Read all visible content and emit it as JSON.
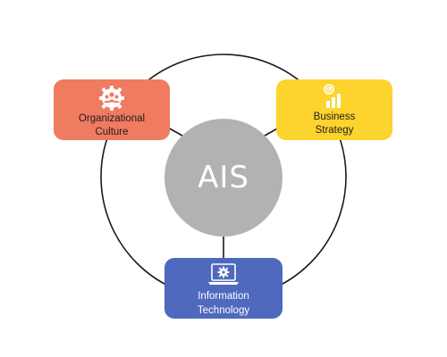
{
  "center": {
    "label": "AIS"
  },
  "nodes": {
    "organizational_culture": {
      "line1": "Organizational",
      "line2": "Culture",
      "icon": "team-gear-icon",
      "color": "#ef7b60"
    },
    "business_strategy": {
      "line1": "Business",
      "line2": "Strategy",
      "icon": "target-bar-chart-icon",
      "color": "#fdd32d"
    },
    "information_technology": {
      "line1": "Information",
      "line2": "Technology",
      "icon": "laptop-gear-icon",
      "color": "#4e69bd"
    }
  },
  "colors": {
    "center_circle": "#b2b2b2",
    "ring": "#1a1a1a"
  }
}
